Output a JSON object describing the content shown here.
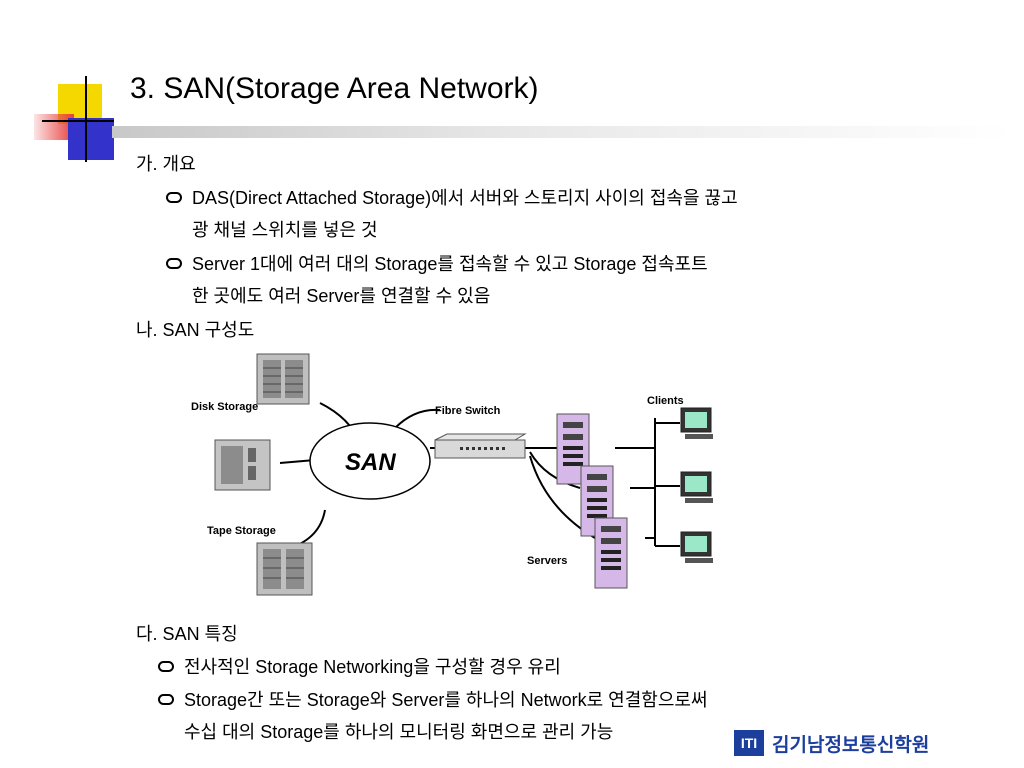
{
  "slide": {
    "title": "3.  SAN(Storage Area Network)",
    "section_a": {
      "heading": "가. 개요",
      "bullets": [
        {
          "line1": "DAS(Direct Attached Storage)에서 서버와 스토리지 사이의 접속을 끊고",
          "line2": "광 채널 스위치를 넣은 것"
        },
        {
          "line1": "Server 1대에 여러 대의 Storage를 접속할 수 있고 Storage 접속포트",
          "line2": "한 곳에도 여러 Server를 연결할 수 있음"
        }
      ]
    },
    "section_b": {
      "heading": "나. SAN 구성도"
    },
    "diagram": {
      "san_label": "SAN",
      "disk_storage": "Disk Storage",
      "tape_storage": "Tape Storage",
      "fibre_switch": "Fibre Switch",
      "clients": "Clients",
      "servers": "Servers"
    },
    "section_c": {
      "heading": "다. SAN 특징",
      "bullets": [
        {
          "line1": "전사적인 Storage Networking을 구성할 경우 유리"
        },
        {
          "line1": "Storage간 또는 Storage와 Server를 하나의 Network로 연결함으로써",
          "line2": "수십 대의 Storage를 하나의 모니터링 화면으로 관리 가능"
        }
      ]
    }
  },
  "footer": {
    "logo_mark": "ITI",
    "logo_text": "김기남정보통신학원"
  },
  "colors": {
    "deco_yellow": "#f5d800",
    "deco_blue": "#3333cc",
    "deco_red": "#e84040",
    "logo_blue": "#1c3f9e"
  }
}
